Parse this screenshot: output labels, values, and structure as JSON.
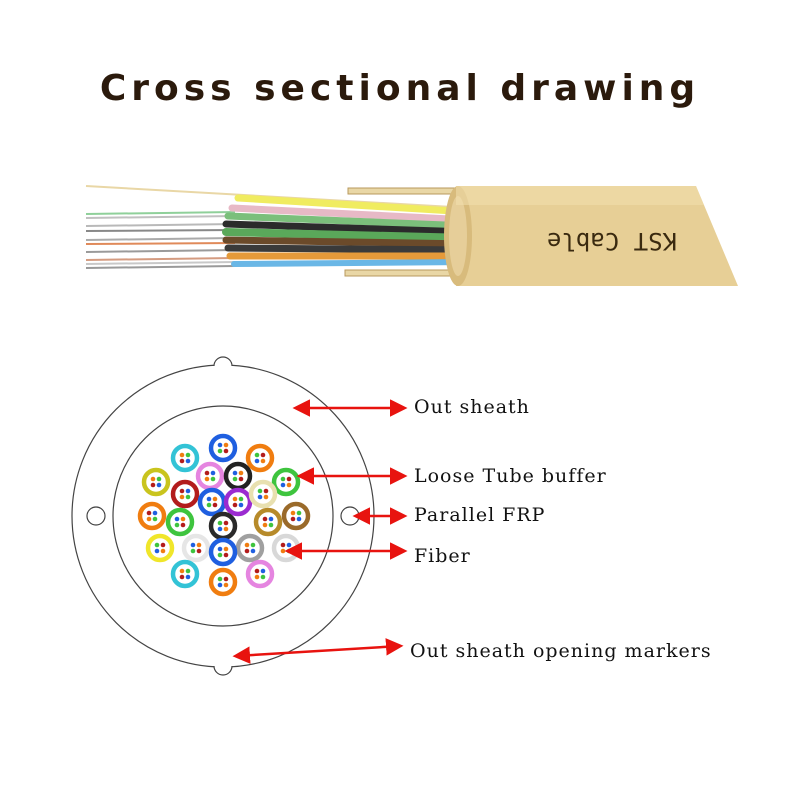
{
  "title": "Cross sectional drawing",
  "cable_brand_print": "KST Cable",
  "colors": {
    "sheath": "#e7cf96",
    "sheath_shadow": "#c9ab6a",
    "title": "#2b1a0c",
    "arrow": "#e8130f",
    "outline": "#333333"
  },
  "labels": {
    "out_sheath": "Out sheath",
    "loose_tube": "Loose Tube buffer",
    "frp": "Parallel FRP",
    "fiber": "Fiber",
    "markers": "Out sheath opening markers"
  },
  "tube_colors": [
    "#1f5fe0",
    "#33c3d6",
    "#f07d10",
    "#e585e0",
    "#222222",
    "#c9c41e",
    "#3ec43e",
    "#b31c1c",
    "#1f5fe0",
    "#9b2bd0",
    "#e8e0b0",
    "#f07d10",
    "#3ec43e",
    "#9a6a2a",
    "#2a2a2a",
    "#b68a2a",
    "#e6e6e6",
    "#a0a0a0",
    "#f0e62a",
    "#d8d8d8"
  ]
}
